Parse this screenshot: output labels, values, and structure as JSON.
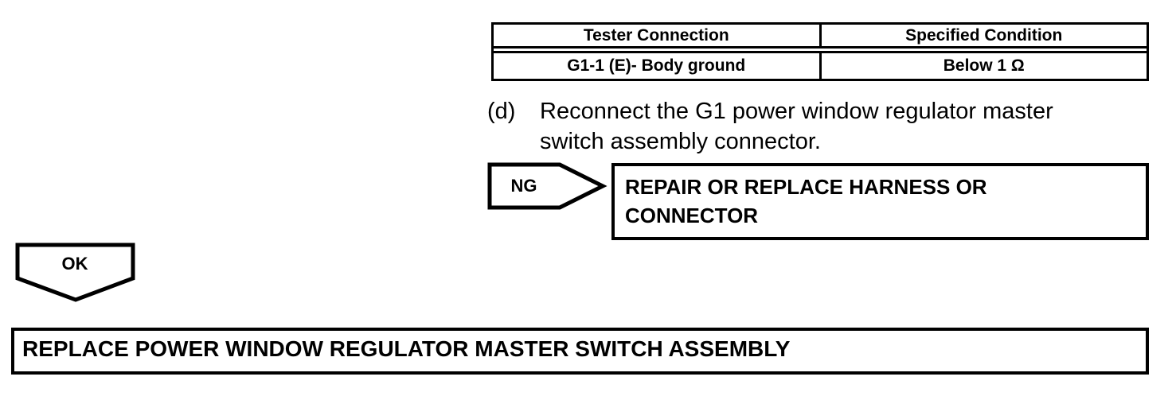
{
  "page": {
    "background": "#ffffff",
    "text_color": "#000000"
  },
  "spec_table": {
    "headers": [
      "Tester Connection",
      "Specified Condition"
    ],
    "rows": [
      [
        "G1-1 (E)- Body ground",
        "Below 1 Ω"
      ]
    ]
  },
  "instruction": {
    "marker": "(d)",
    "text": "Reconnect the G1 power window regulator master switch assembly connector."
  },
  "flow": {
    "ng_label": "NG",
    "ng_action": "REPAIR OR REPLACE HARNESS OR CONNECTOR",
    "ok_label": "OK",
    "final_action": "REPLACE POWER WINDOW REGULATOR MASTER SWITCH ASSEMBLY"
  }
}
